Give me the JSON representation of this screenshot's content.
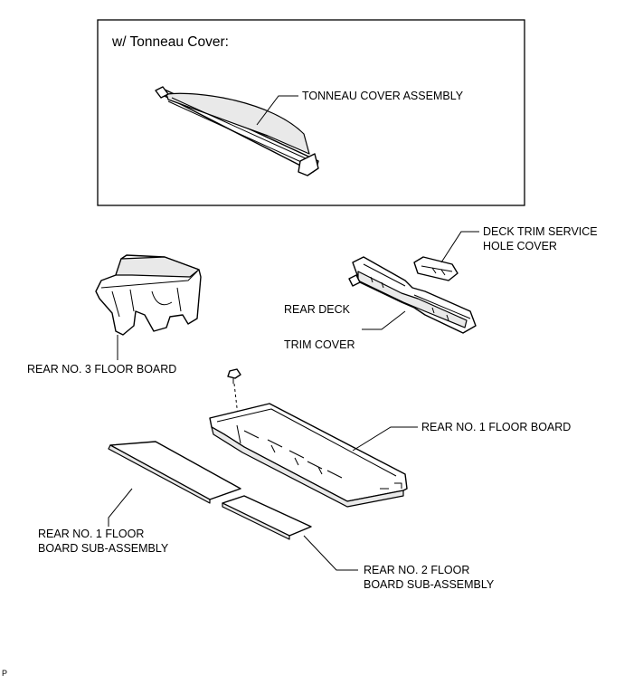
{
  "diagram": {
    "inset_title": "w/ Tonneau Cover:",
    "labels": {
      "tonneau_cover": "TONNEAU COVER ASSEMBLY",
      "deck_trim_service_line1": "DECK TRIM SERVICE",
      "deck_trim_service_line2": "HOLE COVER",
      "rear_deck_trim_line1": "REAR DECK",
      "rear_deck_trim_line2": "TRIM COVER",
      "rear_no3_floor_board": "REAR NO. 3 FLOOR BOARD",
      "rear_no1_floor_board": "REAR NO. 1 FLOOR BOARD",
      "rear_no1_sub_line1": "REAR NO. 1 FLOOR",
      "rear_no1_sub_line2": "BOARD SUB-ASSEMBLY",
      "rear_no2_sub_line1": "REAR NO. 2 FLOOR",
      "rear_no2_sub_line2": "BOARD SUB-ASSEMBLY"
    },
    "figure_code": "P"
  }
}
